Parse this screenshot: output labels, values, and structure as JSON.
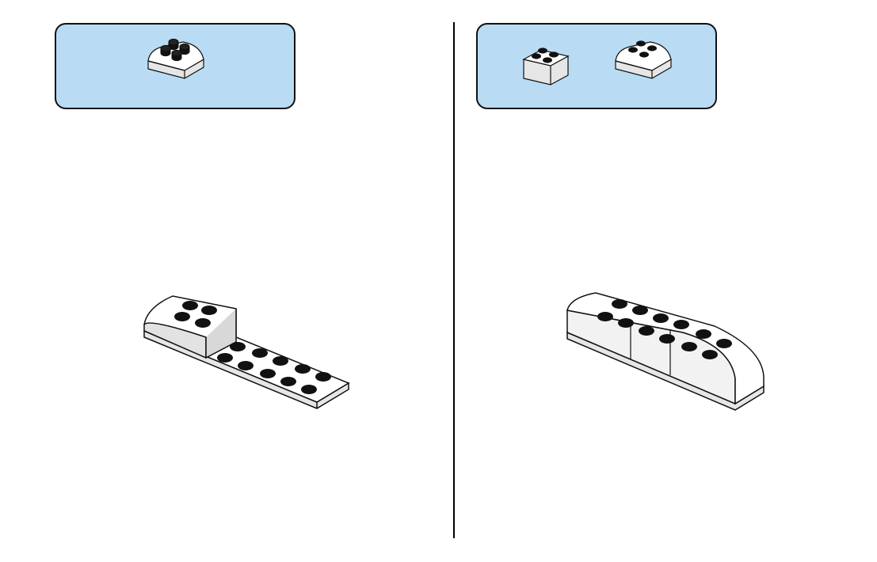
{
  "colors": {
    "panel": "#b9dcf4",
    "brick_light": "#ffffff",
    "brick_mid": "#eaeaea",
    "brick_shade": "#d6d6d6",
    "outline": "#111111",
    "stud": "#111111"
  },
  "steps": [
    {
      "parts": [
        {
          "icon": "curved-slope-brick-2x2-icon",
          "quantity": 1
        }
      ],
      "model": "model-step-left-icon"
    },
    {
      "parts": [
        {
          "icon": "brick-2x2-icon",
          "quantity": 1
        },
        {
          "icon": "curved-slope-brick-2x2-icon",
          "quantity": 1
        }
      ],
      "model": "model-step-right-icon"
    }
  ]
}
